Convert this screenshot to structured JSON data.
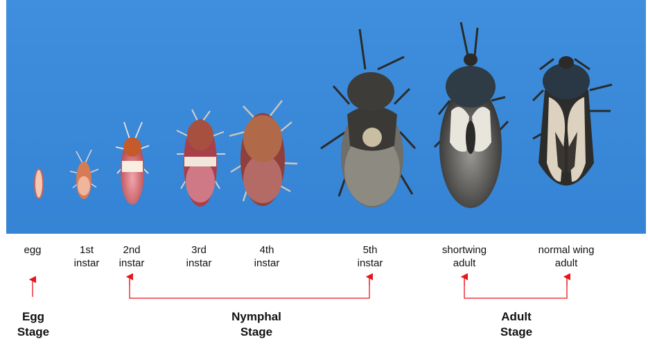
{
  "labels": {
    "egg": "egg",
    "first_instar": "1st\ninstar",
    "second_instar": "2nd\ninstar",
    "third_instar": "3rd\ninstar",
    "fourth_instar": "4th\ninstar",
    "fifth_instar": "5th\ninstar",
    "shortwing_adult": "shortwing\nadult",
    "normalwing_adult": "normal wing\nadult"
  },
  "stages": {
    "egg": "Egg\nStage",
    "nymphal": "Nymphal\nStage",
    "adult": "Adult\nStage"
  },
  "colors": {
    "background_photo": "#3a88d8",
    "arrow": "#e8141b",
    "text": "#111111"
  }
}
